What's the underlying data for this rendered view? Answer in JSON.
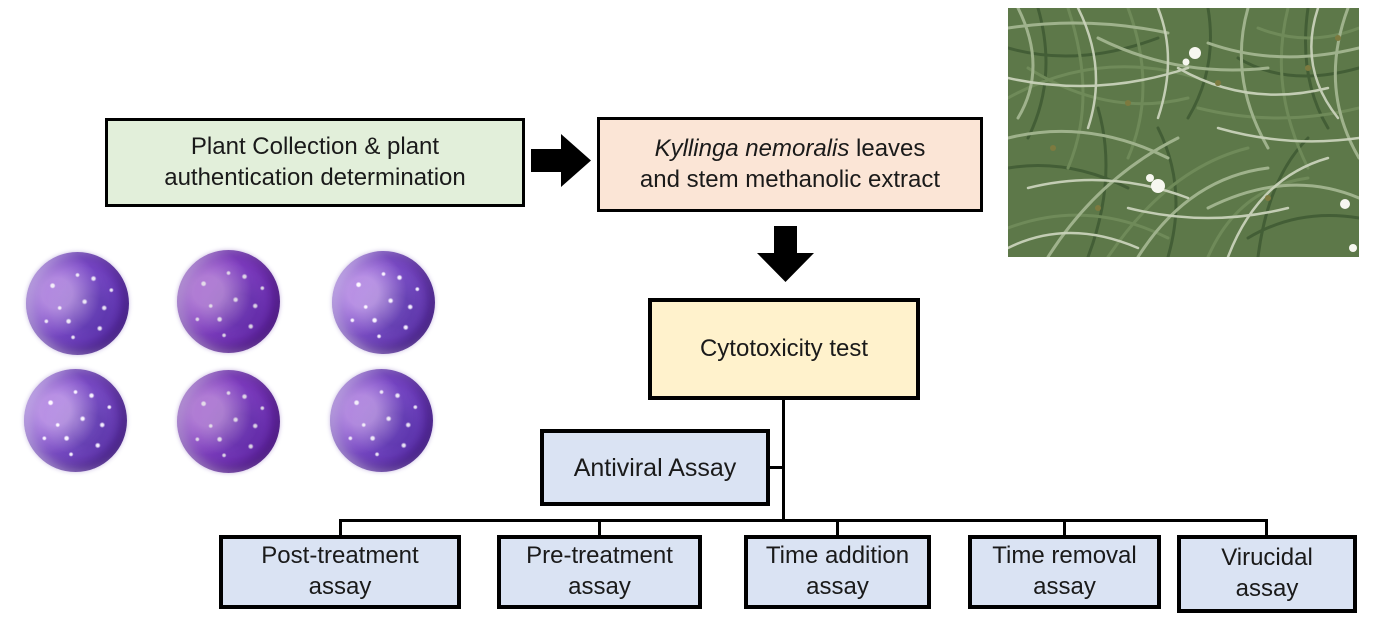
{
  "flow": {
    "step1": {
      "line1": "Plant Collection & plant",
      "line2": "authentication determination"
    },
    "step2": {
      "species": "Kyllinga nemoralis",
      "after_species": " leaves",
      "line2": "and stem methanolic extract"
    },
    "cytotoxicity": {
      "label": "Cytotoxicity test"
    },
    "antiviral": {
      "label": "Antiviral Assay"
    },
    "assays": [
      {
        "line1": "Post-treatment",
        "line2": "assay"
      },
      {
        "line1": "Pre-treatment",
        "line2": "assay"
      },
      {
        "line1": "Time addition",
        "line2": "assay"
      },
      {
        "line1": "Time removal",
        "line2": "assay"
      },
      {
        "line1": "Virucidal",
        "line2": "assay"
      }
    ]
  },
  "figures": {
    "plant_photo": "photo of Kyllinga nemoralis grass with small white flowers",
    "stained_wells": "six crystal-violet stained culture wells (2 rows x 3 columns)"
  },
  "colors": {
    "step1_bg": "#E2EFDA",
    "step2_bg": "#FBE5D6",
    "cytotoxicity_bg": "#FFF2CC",
    "assay_bg": "#DAE3F3",
    "border": "#000000",
    "well_purple": "#7B4AC8"
  }
}
